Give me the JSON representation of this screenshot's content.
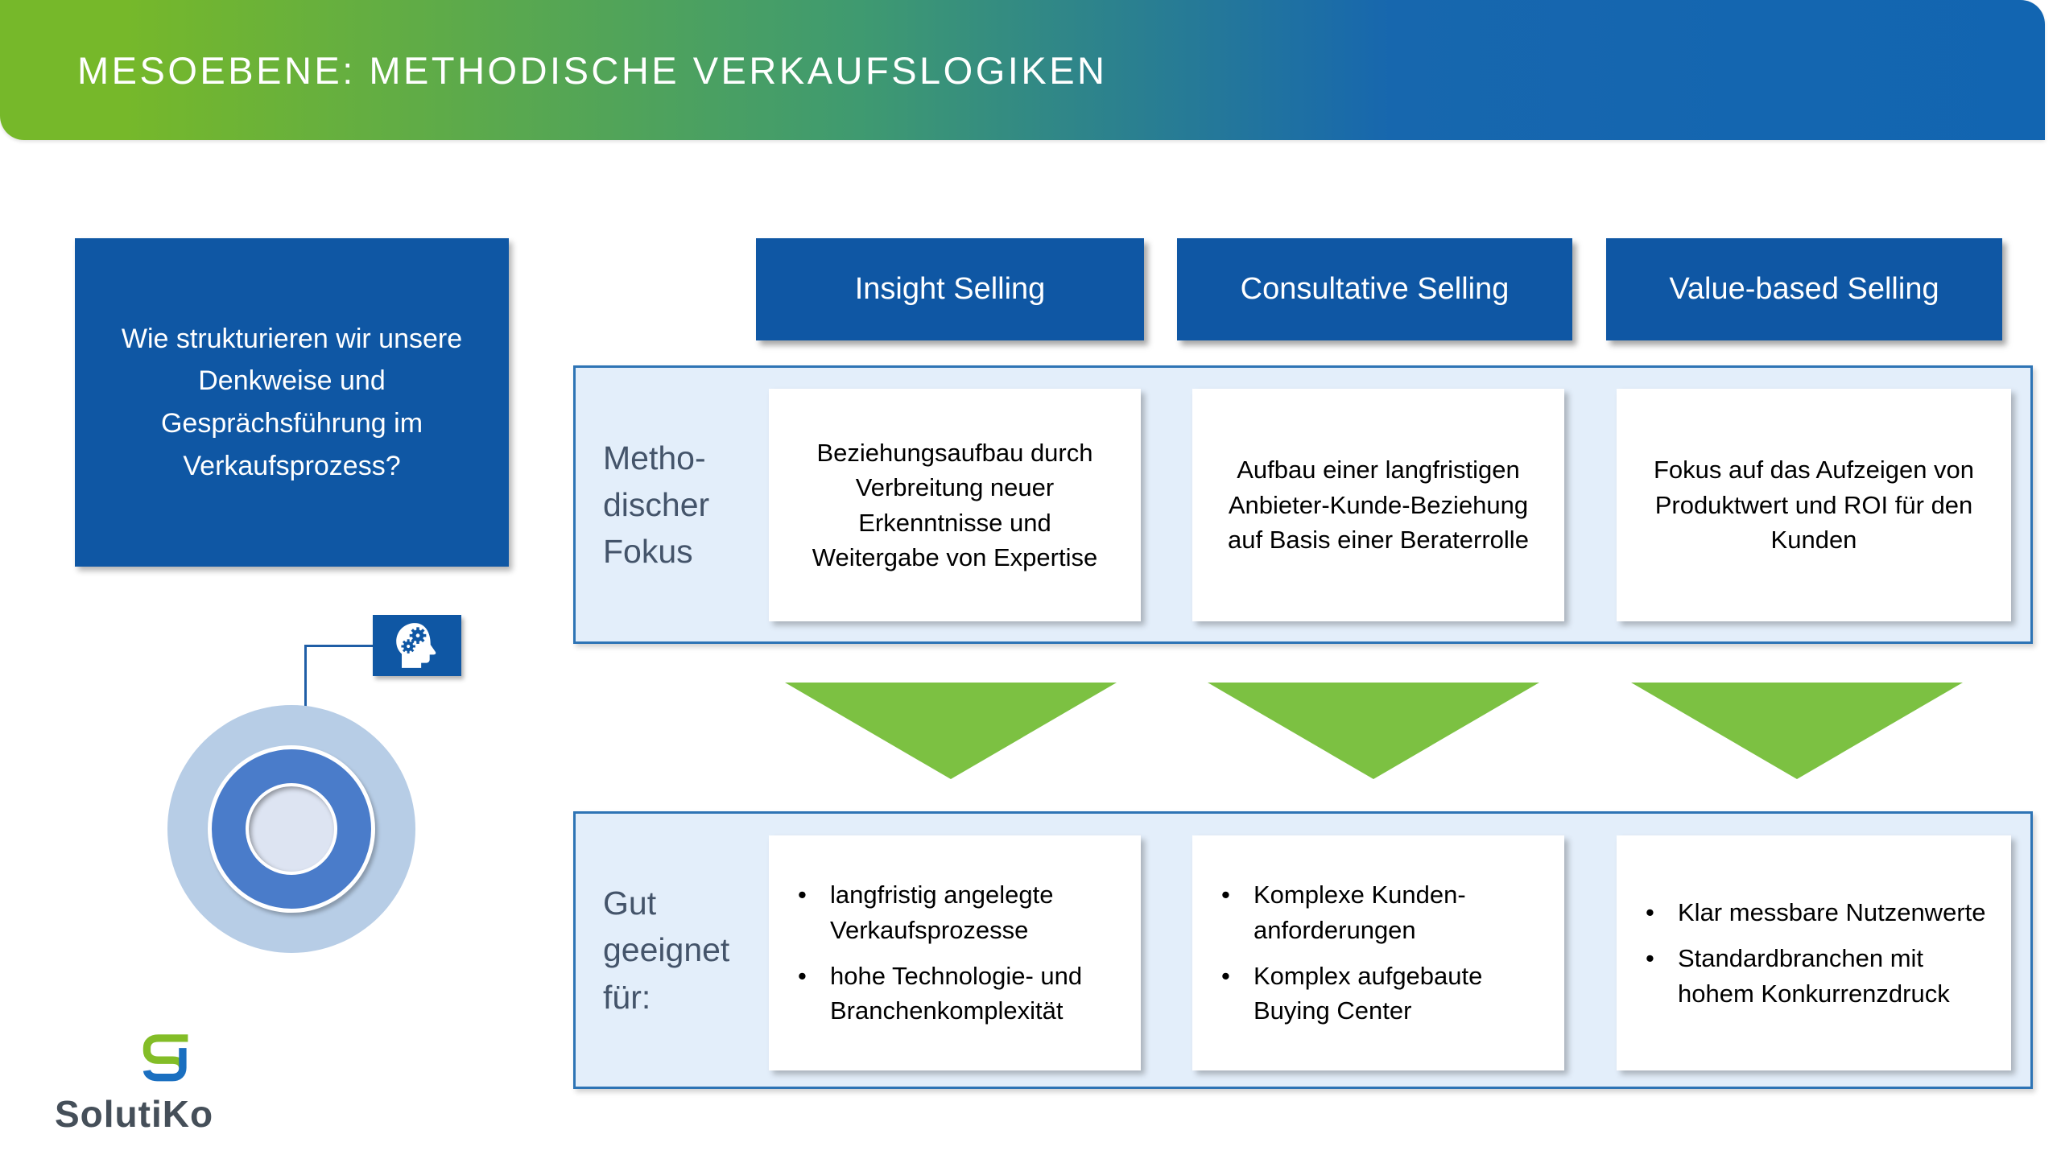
{
  "header": {
    "title": "MESOEBENE: METHODISCHE VERKAUFSLOGIKEN"
  },
  "question_box": {
    "text": "Wie strukturieren wir unsere Denkweise und Gesprächsführung im Verkaufsprozess?"
  },
  "row_labels": {
    "fokus": "Metho-\ndischer\nFokus",
    "geeignet": "Gut\ngeeignet\nfür:"
  },
  "columns": [
    {
      "header": "Insight Selling",
      "fokus": "Beziehungsaufbau durch Verbreitung neuer Erkenntnisse und Weitergabe von Expertise",
      "geeignet": [
        "langfristig angelegte Verkaufsprozesse",
        "hohe Technologie- und Branchenkomplexität"
      ]
    },
    {
      "header": "Consultative Selling",
      "fokus": "Aufbau einer langfristigen Anbieter-Kunde-Beziehung auf Basis einer Beraterrolle",
      "geeignet": [
        "Komplexe Kunden-\nanforderungen",
        "Komplex aufgebaute Buying Center"
      ]
    },
    {
      "header": "Value-based Selling",
      "fokus": "Fokus auf das Aufzeigen von Produktwert und ROI für den Kunden",
      "geeignet": [
        "Klar messbare Nutzenwerte",
        "Standardbranchen mit hohem Konkurrenzdruck"
      ]
    }
  ],
  "logo": {
    "name": "SolutiKo"
  },
  "colors": {
    "gradient_green": "#76b82a",
    "gradient_blue": "#1265b1",
    "box_blue": "#0f57a4",
    "panel_fill": "#e3eefa",
    "panel_border": "#2e74b5",
    "arrow_green": "#7cc142",
    "label_text": "#44546a",
    "logo_green": "#83bd27",
    "logo_blue": "#1a6fc0"
  }
}
